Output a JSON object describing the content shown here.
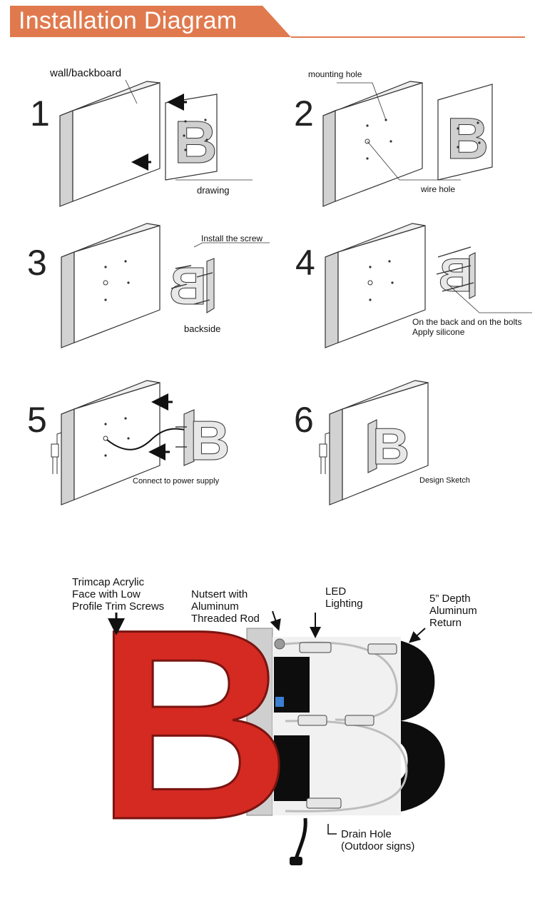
{
  "header": {
    "title": "Installation Diagram",
    "accent_color": "#e07a4e"
  },
  "steps": [
    {
      "number": "1",
      "labels": {
        "wall": "wall/backboard",
        "drawing": "drawing"
      }
    },
    {
      "number": "2",
      "labels": {
        "mounting": "mounting hole",
        "wire": "wire hole"
      }
    },
    {
      "number": "3",
      "labels": {
        "screw": "Install the screw",
        "backside": "backside"
      }
    },
    {
      "number": "4",
      "labels": {
        "silicone_line1": "On the back and on the bolts",
        "silicone_line2": "Apply silicone"
      }
    },
    {
      "number": "5",
      "labels": {
        "power": "Connect to power supply"
      }
    },
    {
      "number": "6",
      "labels": {
        "sketch": "Design Sketch"
      }
    }
  ],
  "letter": "B",
  "callouts": {
    "trimcap": "Trimcap Acrylic\nFace with Low\nProfile Trim Screws",
    "nutsert": "Nutsert with\nAluminum\nThreaded Rod",
    "led": "LED\nLighting",
    "depth": "5” Depth\nAluminum\nReturn",
    "drain": "Drain Hole\n(Outdoor signs)"
  },
  "colors": {
    "face_red": "#d42a22",
    "return_black": "#0d0d0d",
    "board_gray": "#e4e4e4"
  }
}
